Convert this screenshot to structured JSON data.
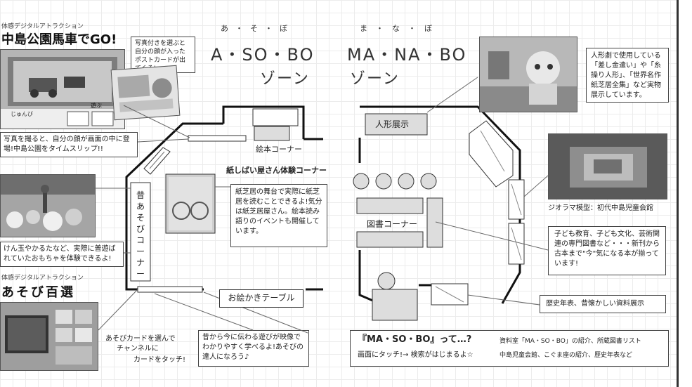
{
  "left_top": {
    "subtitle": "体感デジタルアトラクション",
    "title": "中島公園馬車でGO!",
    "btn1": "じゅんび",
    "btn2": "遊ぶ",
    "note": "写真付きを選ぶと自分の顔が入ったポストカードが出てくる!",
    "caption": "写真を撮ると、自分の顔が画面の中に登場!中島公園をタイムスリップ!!"
  },
  "left_mid": {
    "caption": "けん玉やかるたなど、実際に普遊ばれていたおもちゃを体験できるよ!"
  },
  "left_bottom": {
    "subtitle": "体感デジタルアトラクション",
    "title": "あそび百選",
    "note1": "あそびカードを選んで",
    "note2": "チャンネルに",
    "note3": "カードをタッチ!",
    "desc": "昔から今に伝わる遊びが映像でわかりやすく学べるよ!あそびの達人になろう♪"
  },
  "zones": {
    "asobo_ruby": "あ・そ・ぼ",
    "asobo": "A・SO・BO",
    "asobo_zone": "ゾーン",
    "manabo_ruby": "ま・な・ぼ",
    "manabo": "MA・NA・BO",
    "manabo_zone": "ゾーン"
  },
  "floor": {
    "ehon": "絵本コーナー",
    "kamishibai": "紙しばい屋さん体験コーナー",
    "kamishibai_desc": "紙芝居の舞台で実際に紙芝居を読むことできるよ!気分は紙芝居屋さん。絵本読み語りのイベントも開催しています。",
    "mukashi": "昔あそびコーナー",
    "oekaki": "お絵かきテーブル",
    "ningyo": "人形展示",
    "tosho": "図書コーナー"
  },
  "right": {
    "ningyo_desc": "人形劇で使用している「差し金遣い」や「糸操り人形」、「世界名作紙芝居全集」など実物展示しています。",
    "diorama_caption": "ジオラマ模型：初代中島児童会館",
    "books_desc": "子ども教育、子ども文化、芸術関連の専門図書など・・・新刊から古本まで\"今\"気になる本が揃っています!",
    "history": "歴史年表、昔懐かしい資料展示"
  },
  "bottom": {
    "masobo_title": "『MA・SO・BO』って…?",
    "masobo_sub": "画面にタッチ!→ 検索がはじまるよ☆",
    "masobo_desc1": "資料室「MA・SO・BO」の紹介、所蔵図書リスト",
    "masobo_desc2": "中島児童会館、こぐま座の紹介、歴史年表など"
  }
}
